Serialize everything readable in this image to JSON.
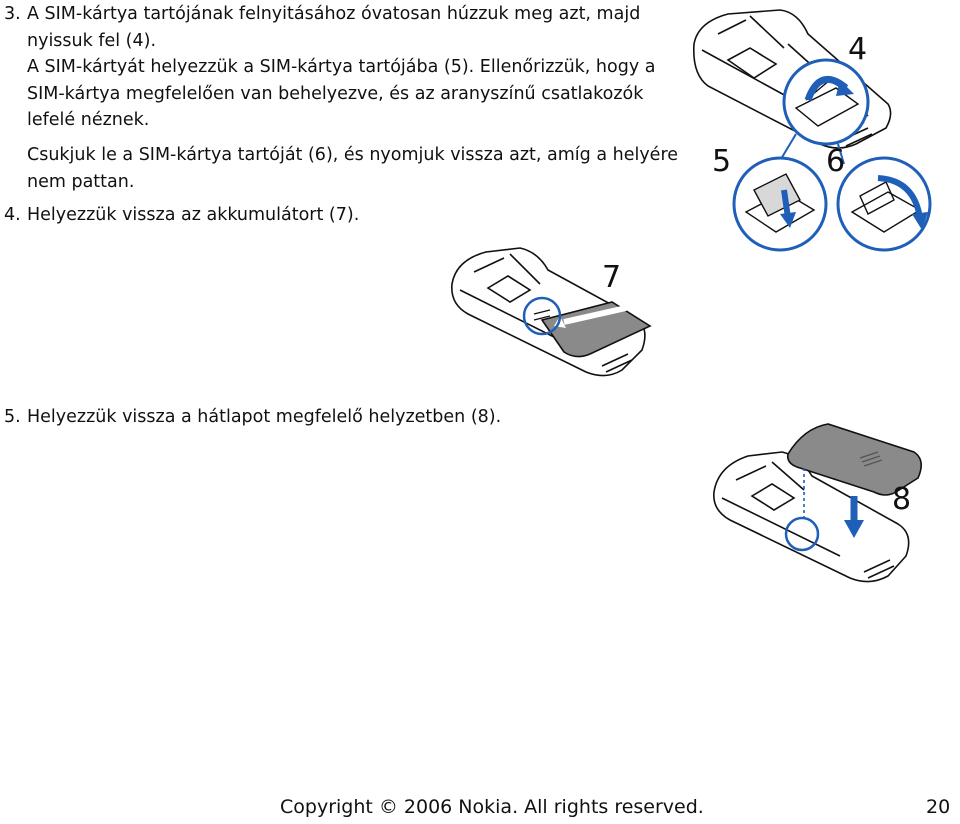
{
  "steps": {
    "step3": {
      "number": "3.",
      "lines": [
        "A SIM-kártya tartójának felnyitásához óvatosan húzzuk meg azt, majd",
        "nyissuk fel (4).",
        "A SIM-kártyát helyezzük a SIM-kártya tartójába (5). Ellenőrizzük, hogy a",
        "SIM-kártya megfelelően van behelyezve, és az aranyszínű csatlakozók",
        "lefelé néznek."
      ],
      "close_lines": [
        "Csukjuk le a SIM-kártya tartóját (6), és nyomjuk vissza azt, amíg a helyére",
        "nem pattan."
      ]
    },
    "step4": {
      "number": "4.",
      "text": "Helyezzük vissza az akkumulátort (7)."
    },
    "step5": {
      "number": "5.",
      "text": "Helyezzük vissza a hátlapot megfelelő helyzetben (8)."
    }
  },
  "figures": {
    "fig_sim": {
      "callouts": [
        "4",
        "5",
        "6"
      ]
    },
    "fig_battery": {
      "callout": "7"
    },
    "fig_cover": {
      "callout": "8"
    }
  },
  "footer": {
    "copyright": "Copyright © 2006 Nokia. All rights reserved.",
    "page_number": "20"
  },
  "colors": {
    "accent_blue": "#1f5fb8",
    "ink": "#111111",
    "battery_gray": "#8a8a8a"
  }
}
